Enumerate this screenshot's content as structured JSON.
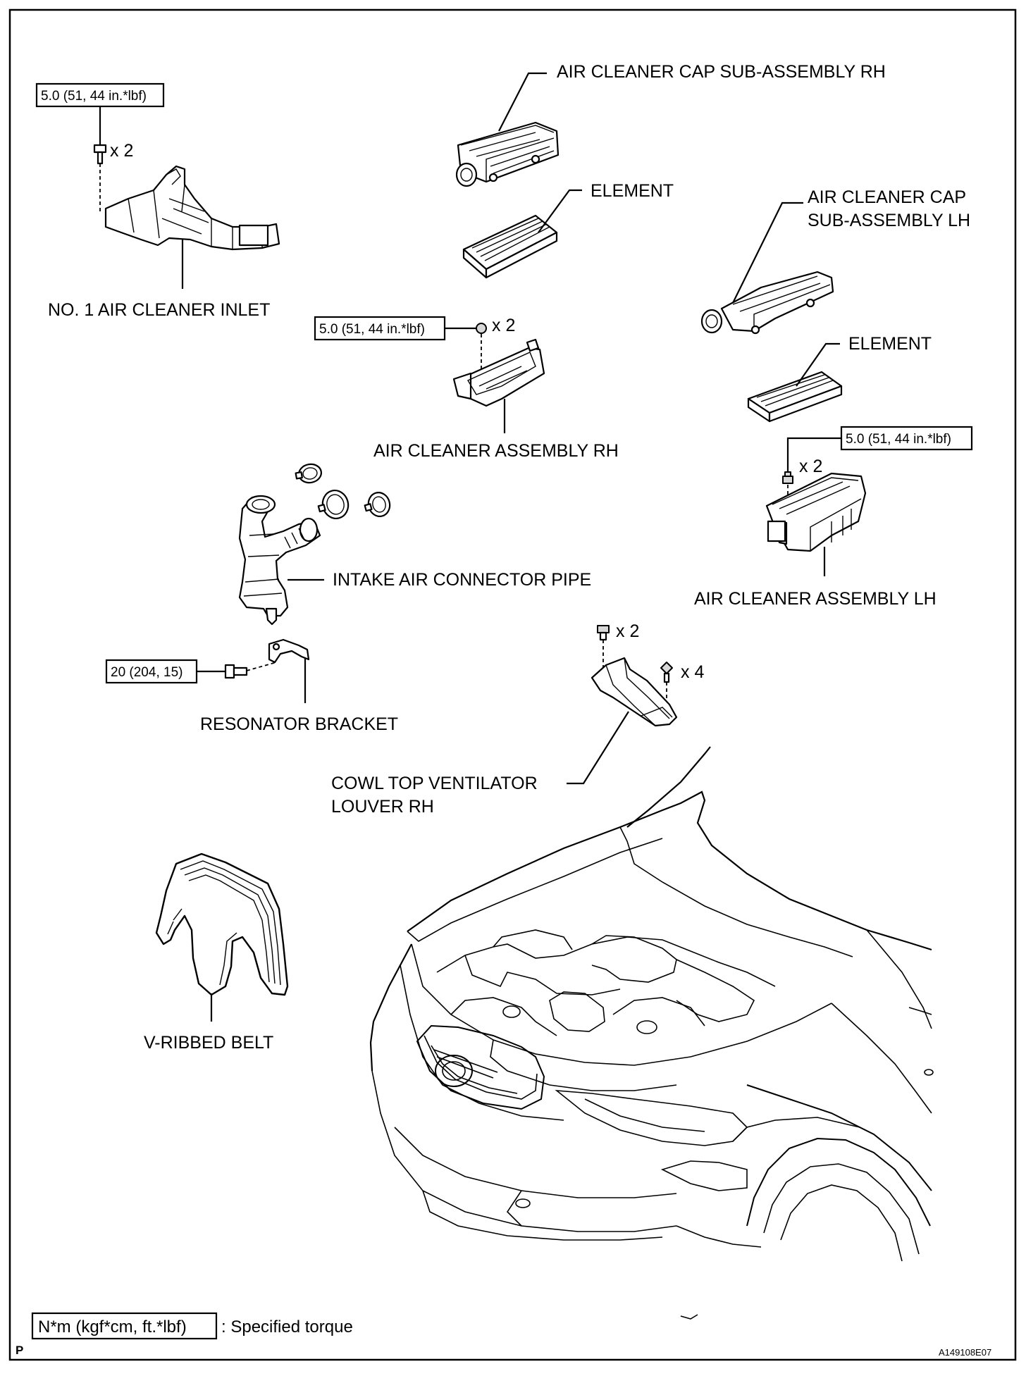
{
  "labels": {
    "cap_rh": "AIR CLEANER CAP SUB-ASSEMBLY RH",
    "element_rh": "ELEMENT",
    "cap_lh_line1": "AIR CLEANER CAP",
    "cap_lh_line2": "SUB-ASSEMBLY LH",
    "element_lh": "ELEMENT",
    "inlet": "NO. 1 AIR CLEANER INLET",
    "assy_rh": "AIR CLEANER ASSEMBLY RH",
    "assy_lh": "AIR CLEANER ASSEMBLY LH",
    "connector": "INTAKE AIR CONNECTOR PIPE",
    "resonator": "RESONATOR BRACKET",
    "louver_line1": "COWL TOP VENTILATOR",
    "louver_line2": "LOUVER RH",
    "belt": "V-RIBBED BELT"
  },
  "torques": {
    "inlet": "5.0 (51, 44 in.*lbf)",
    "assy_rh": "5.0 (51, 44 in.*lbf)",
    "assy_lh": "5.0 (51, 44 in.*lbf)",
    "resonator": "20 (204, 15)"
  },
  "quantities": {
    "inlet": "x 2",
    "assy_rh": "x 2",
    "assy_lh": "x 2",
    "louver_a": "x 2",
    "louver_b": "x 4"
  },
  "legend": {
    "unit": "N*m (kgf*cm, ft.*lbf)",
    "text": ": Specified torque"
  },
  "footer": {
    "left": "P",
    "code": "A149108E07"
  }
}
